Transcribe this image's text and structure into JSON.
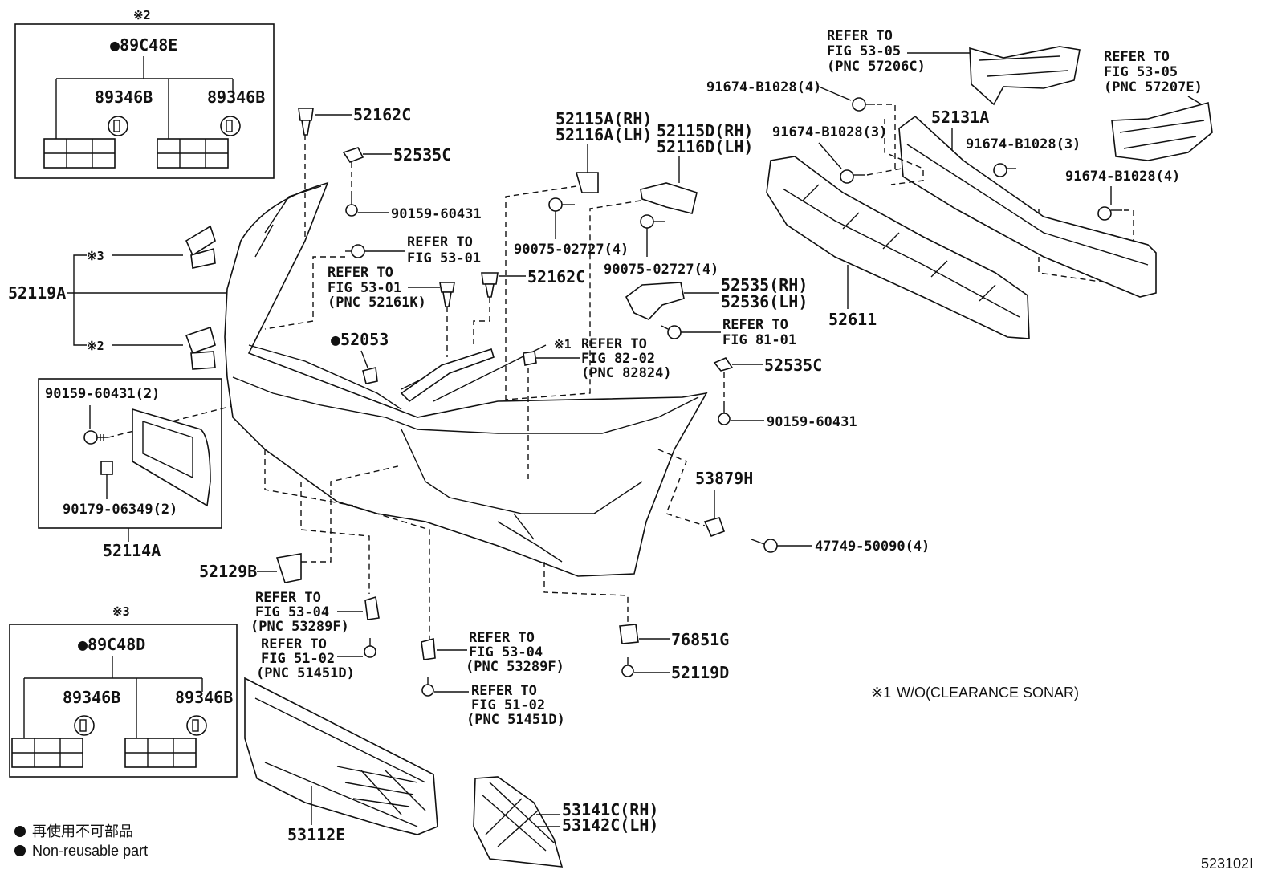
{
  "footnotes": {
    "note1_mark": "※1",
    "note1_text": "W/O(CLEARANCE SONAR)",
    "non_reusable_jp": "再使用不可部品",
    "non_reusable_en": "Non-reusable part",
    "figure_id": "523102I"
  },
  "kit_boxes": {
    "box2": {
      "mark": "※2",
      "kit": "●89C48E",
      "left": "89346B",
      "right": "89346B"
    },
    "box3": {
      "mark": "※3",
      "kit": "●89C48D",
      "left": "89346B",
      "right": "89346B"
    },
    "plate": {
      "screw": "90159-60431(2)",
      "nut": "90179-06349(2)",
      "part": "52114A"
    }
  },
  "labels": {
    "p52162C_top": "52162C",
    "p52535C_top": "52535C",
    "p90159_top": "90159-60431",
    "ref_53_01_a_l1": "REFER TO",
    "ref_53_01_a_l2": "FIG 53-01",
    "ref_53_01_b_l1": "REFER TO",
    "ref_53_01_b_l2": "FIG 53-01",
    "ref_53_01_b_l3": "(PNC 52161K)",
    "p52162C_mid": "52162C",
    "p52115A": "52115A(RH)",
    "p52116A": "52116A(LH)",
    "p52115D": "52115D(RH)",
    "p52116D": "52116D(LH)",
    "p90075_a": "90075-02727(4)",
    "p90075_b": "90075-02727(4)",
    "p52535": "52535(RH)",
    "p52536": "52536(LH)",
    "ref_81_01_l1": "REFER TO",
    "ref_81_01_l2": "FIG 81-01",
    "ref_82_02_l0": "※1",
    "ref_82_02_l1": "REFER TO",
    "ref_82_02_l2": "FIG 82-02",
    "ref_82_02_l3": "(PNC 82824)",
    "p52535C_right": "52535C",
    "p90159_right": "90159-60431",
    "p52119A": "52119A",
    "mark3_side": "※3",
    "mark2_side": "※2",
    "p52053": "●52053",
    "p53879H": "53879H",
    "p47749": "47749-50090(4)",
    "p52129B": "52129B",
    "ref_53_04_a_l1": "REFER TO",
    "ref_53_04_a_l2": "FIG 53-04",
    "ref_53_04_a_l3": "(PNC 53289F)",
    "ref_51_02_a_l1": "REFER TO",
    "ref_51_02_a_l2": "FIG 51-02",
    "ref_51_02_a_l3": "(PNC 51451D)",
    "ref_53_04_b_l1": "REFER TO",
    "ref_53_04_b_l2": "FIG 53-04",
    "ref_53_04_b_l3": "(PNC 53289F)",
    "ref_51_02_b_l1": "REFER TO",
    "ref_51_02_b_l2": "FIG 51-02",
    "ref_51_02_b_l3": "(PNC 51451D)",
    "p76851G": "76851G",
    "p52119D": "52119D",
    "p53112E": "53112E",
    "p53141C": "53141C(RH)",
    "p53142C": "53142C(LH)",
    "ref_53_05_a_l1": "REFER TO",
    "ref_53_05_a_l2": "FIG 53-05",
    "ref_53_05_a_l3": "(PNC 57206C)",
    "ref_53_05_b_l1": "REFER TO",
    "ref_53_05_b_l2": "FIG 53-05",
    "ref_53_05_b_l3": "(PNC 57207E)",
    "p91674_a": "91674-B1028(4)",
    "p91674_b": "91674-B1028(3)",
    "p91674_c": "91674-B1028(3)",
    "p91674_d": "91674-B1028(4)",
    "p52131A": "52131A",
    "p52611": "52611"
  }
}
